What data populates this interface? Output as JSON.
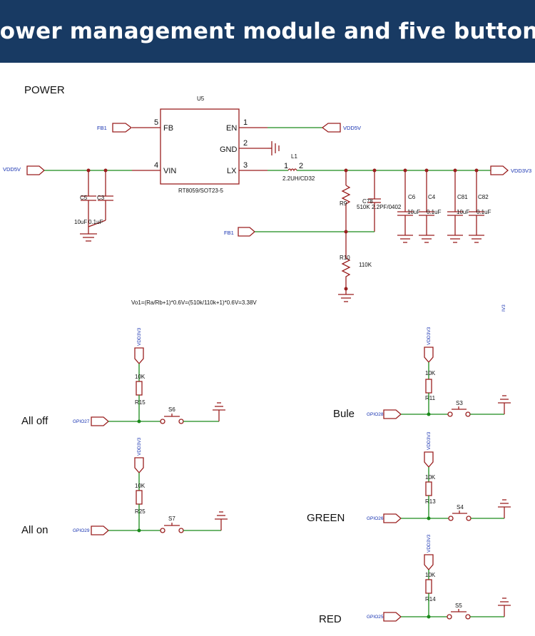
{
  "banner": {
    "title": "Power management module and five buttons"
  },
  "power": {
    "section_label": "POWER",
    "ic": {
      "ref": "U5",
      "part": "RT8059/SOT23-5",
      "pins": {
        "fb": {
          "num": "5",
          "name": "FB"
        },
        "vin": {
          "num": "4",
          "name": "VIN"
        },
        "en": {
          "num": "1",
          "name": "EN"
        },
        "gnd": {
          "num": "2",
          "name": "GND"
        },
        "lx": {
          "num": "3",
          "name": "LX"
        }
      }
    },
    "nets": {
      "fb1": "FB1",
      "vdd5v": "VDD5V",
      "vdd3v3": "VDD3V3"
    },
    "inductor": {
      "ref": "L1",
      "value": "2.2UH/CD32",
      "pin1": "1",
      "pin2": "2"
    },
    "input_caps": [
      {
        "ref": "C5",
        "value": "10uF"
      },
      {
        "ref": "C3",
        "value": "0.1uF"
      }
    ],
    "output_caps": [
      {
        "ref": "C6",
        "value": "10uF"
      },
      {
        "ref": "C4",
        "value": "0.1uF"
      },
      {
        "ref": "C81",
        "value": "10uF"
      },
      {
        "ref": "C82",
        "value": "0.1uF"
      }
    ],
    "feedback_cap": {
      "ref": "C78",
      "value": "2.2PF/0402"
    },
    "r_top": {
      "ref": "R9",
      "value": "510K"
    },
    "r_bottom": {
      "ref": "R10",
      "value": "110K"
    },
    "formula": "Vo1=(Ra/Rb+1)*0.6V=(510k/110k+1)*0.6V=3.38V",
    "side_mark": "IV3"
  },
  "buttons": [
    {
      "label": "All off",
      "net": "GPIO27",
      "pullup_ref": "R15",
      "pullup_value": "10K",
      "switch_ref": "S6",
      "supply": "VDD3V3"
    },
    {
      "label": "All on",
      "net": "GPIO29",
      "pullup_ref": "R25",
      "pullup_value": "10K",
      "switch_ref": "S7",
      "supply": "VDD3V3"
    },
    {
      "label": "Bule",
      "net": "GPIO28",
      "pullup_ref": "R11",
      "pullup_value": "10K",
      "switch_ref": "S3",
      "supply": "VDD3V3"
    },
    {
      "label": "GREEN",
      "net": "GPIO26",
      "pullup_ref": "R13",
      "pullup_value": "10K",
      "switch_ref": "S4",
      "supply": "VDD3V3"
    },
    {
      "label": "RED",
      "net": "GPIO25",
      "pullup_ref": "R14",
      "pullup_value": "10K",
      "switch_ref": "S5",
      "supply": "VDD3V3"
    }
  ]
}
